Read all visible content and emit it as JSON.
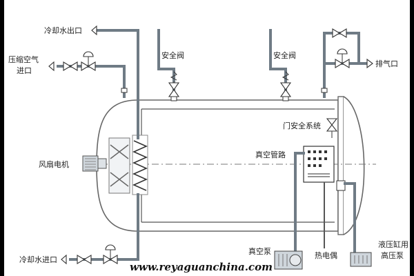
{
  "labels": {
    "cooling_water_outlet": "冷却水出口",
    "compressed_air_inlet_1": "压缩空气",
    "compressed_air_inlet_2": "进口",
    "safety_valve_left": "安全阀",
    "safety_valve_right": "安全阀",
    "exhaust_port": "排气口",
    "door_safety_system": "门安全系统",
    "vacuum_pipeline": "真空管路",
    "fan_motor": "风扇电机",
    "cooling_water_inlet": "冷却水进口",
    "vacuum_pump": "真空泵",
    "thermocouple": "热电偶",
    "hydraulic_pump_1": "液压缸用",
    "hydraulic_pump_2": "高压泵"
  },
  "watermark": "www.reyaguanchina.com",
  "colors": {
    "pipe": "#6f7b85",
    "line": "#555555",
    "background": "#ffffff",
    "border": "#000000"
  }
}
